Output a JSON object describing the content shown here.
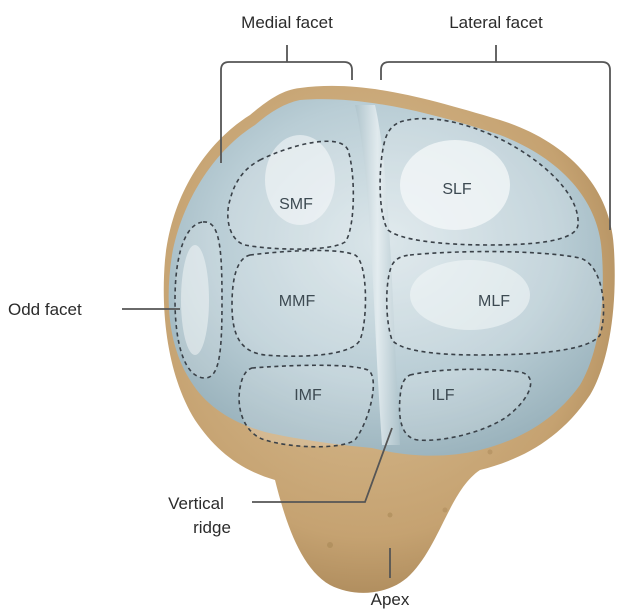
{
  "labels": {
    "medial_facet": "Medial facet",
    "lateral_facet": "Lateral facet",
    "odd_facet": "Odd facet",
    "vertical_ridge_line1": "Vertical",
    "vertical_ridge_line2": "ridge",
    "apex": "Apex"
  },
  "facets": {
    "smf": "SMF",
    "slf": "SLF",
    "mmf": "MMF",
    "mlf": "MLF",
    "imf": "IMF",
    "ilf": "ILF"
  },
  "colors": {
    "bone": "#c9a97a",
    "bone_shadow": "#a8875a",
    "cartilage": "#b4c8d0",
    "cartilage_highlight": "#eef4f6",
    "outline": "#3a4148",
    "text": "#2b2b2b"
  }
}
